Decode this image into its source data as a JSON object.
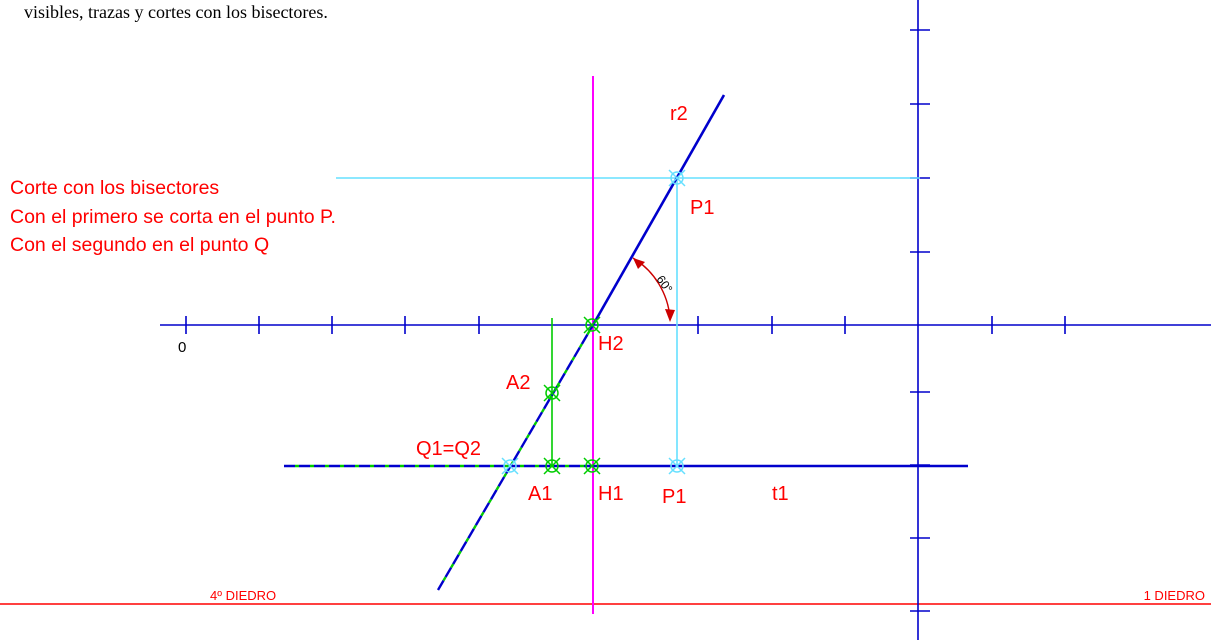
{
  "caption": "visibles, trazas y cortes con los bisectores.",
  "note": {
    "line1": "Corte con los bisectores",
    "line2": "Con el primero se corta en el punto P.",
    "line3": "Con el segundo en el punto Q"
  },
  "labels": {
    "origin": "0",
    "r2": "r2",
    "p1_upper": "P1",
    "p1_lower": "P1",
    "h2": "H2",
    "a2": "A2",
    "q": "Q1=Q2",
    "a1": "A1",
    "h1": "H1",
    "t1": "t1",
    "angle": "60°",
    "dihedral_left": "4º DIEDRO",
    "dihedral_right": "1 DIEDRO"
  },
  "colors": {
    "axis": "#0000cc",
    "construction": "#66e0ff",
    "profile": "#ff00ff",
    "annotation": "#ff0000",
    "auxiliary": "#00cc00",
    "text": "#000000"
  }
}
